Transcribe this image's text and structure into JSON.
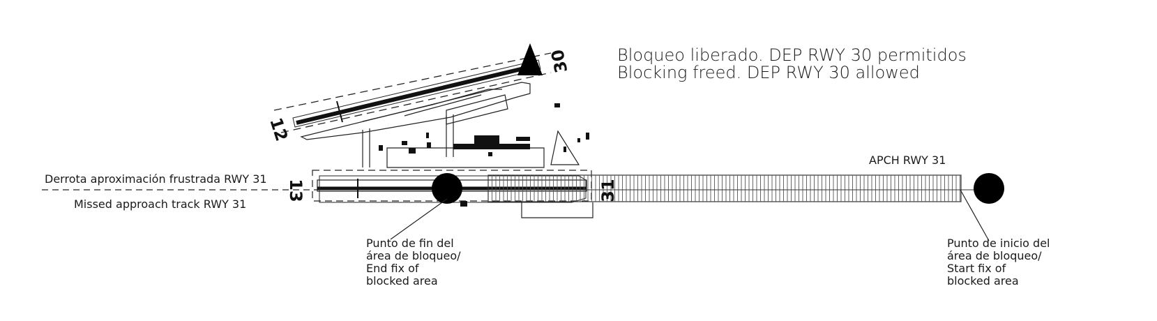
{
  "notice": {
    "line_es": "Bloqueo liberado. DEP RWY 30 permitidos",
    "line_en": "Blocking freed. DEP RWY 30 allowed"
  },
  "missed_approach": {
    "label_es": "Derrota aproximación frustrada RWY 31",
    "label_en": "Missed approach track RWY 31"
  },
  "approach": {
    "label": "APCH RWY 31"
  },
  "end_fix": {
    "line1": "Punto de fin del",
    "line2": "área de bloqueo/",
    "line3": "End fix of",
    "line4": "blocked area"
  },
  "start_fix": {
    "line1": "Punto de inicio del",
    "line2": "área de bloqueo/",
    "line3": "Start fix of",
    "line4": "blocked area"
  },
  "runways": {
    "rwy_12": "12",
    "rwy_30": "30",
    "rwy_13": "13",
    "rwy_31": "31"
  },
  "colors": {
    "ink": "#111111",
    "background": "#ffffff"
  }
}
